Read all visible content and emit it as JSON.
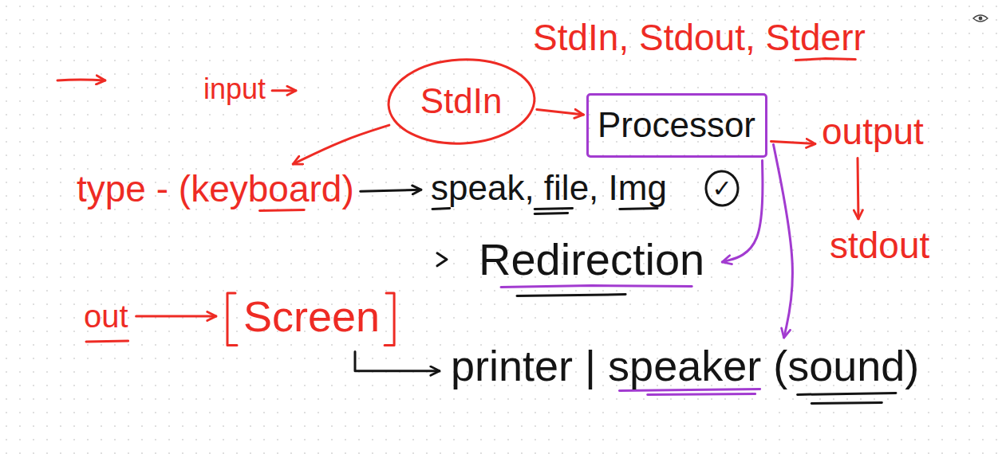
{
  "diagram": {
    "nodes": [
      {
        "text": [
          "StdIn"
        ]
      },
      {
        "text": [
          "Processor"
        ]
      },
      {
        "text": [
          "✓"
        ]
      }
    ],
    "edges": [
      {
        "from": 0,
        "to": 1,
        "arrow": "to"
      }
    ],
    "labels": [
      "StdIn, Stdout, Stderr",
      "input",
      "output",
      "stdout",
      "type - (keyboard)",
      "speak, file, Img",
      "Redirection",
      "out",
      "Screen",
      "printer | speaker (sound)"
    ]
  }
}
